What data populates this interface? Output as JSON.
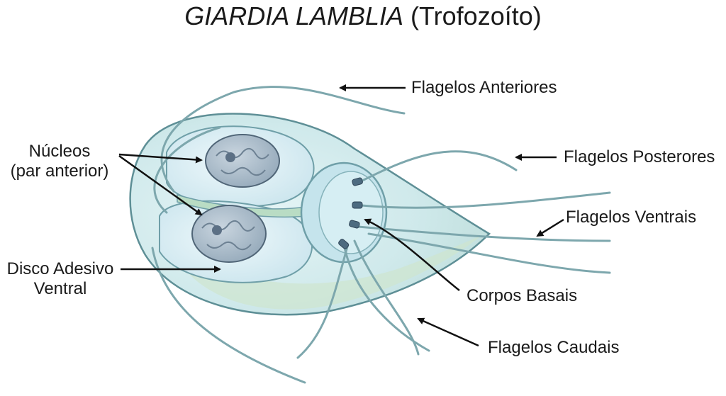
{
  "title": {
    "scientific_name": "GIARDIA LAMBLIA",
    "stage": "(Trofozoíto)"
  },
  "labels": {
    "nucleos": {
      "line1": "Núcleos",
      "line2": "(par anterior)"
    },
    "disco": {
      "line1": "Disco Adesivo",
      "line2": "Ventral"
    },
    "flagelos_anteriores": "Flagelos Anteriores",
    "flagelos_posteriores": "Flagelos Posterores",
    "flagelos_ventrais": "Flagelos Ventrais",
    "corpos_basais": "Corpos Basais",
    "flagelos_caudais": "Flagelos Caudais"
  },
  "colors": {
    "body_fill": "#d3ecef",
    "body_outline": "#5e8f96",
    "nucleus_fill": "#aebfcd",
    "flagella": "#7da7ad",
    "arrow": "#111111"
  }
}
